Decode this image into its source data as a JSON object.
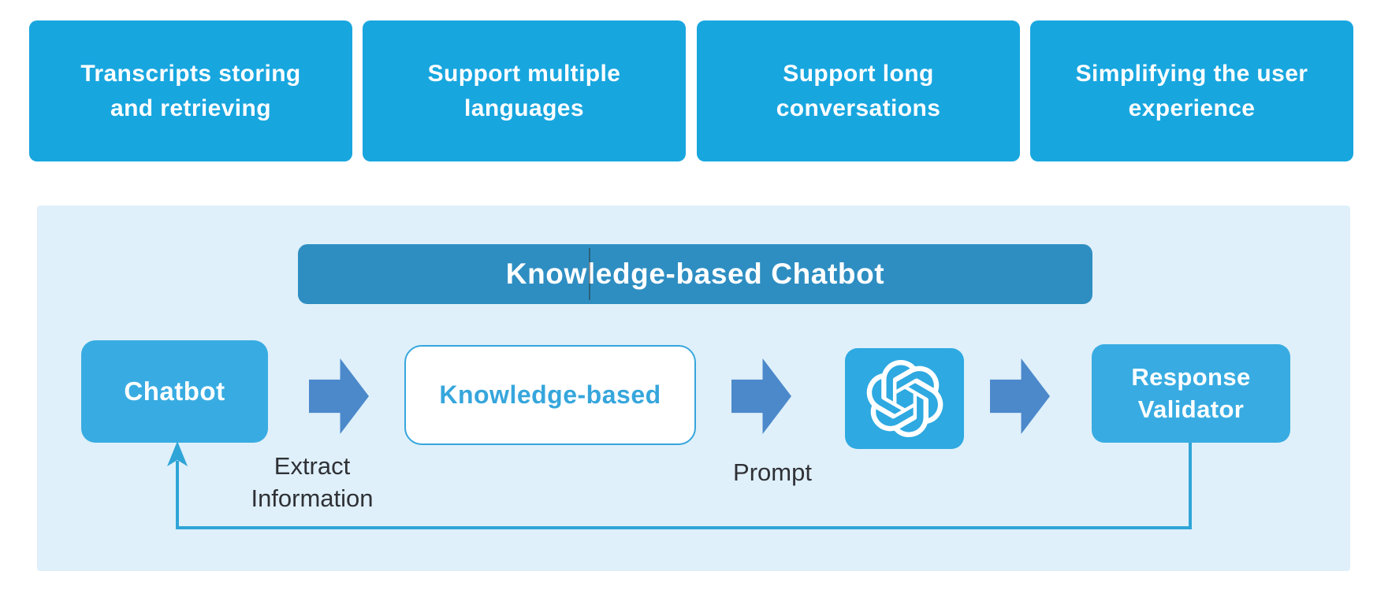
{
  "features": [
    {
      "label": "Transcripts storing and retrieving"
    },
    {
      "label": "Support multiple languages"
    },
    {
      "label": "Support long conversations"
    },
    {
      "label": "Simplifying the user experience"
    }
  ],
  "diagram": {
    "title": "Knowledge-based Chatbot",
    "nodes": {
      "chatbot": "Chatbot",
      "knowledge_base": "Knowledge-based",
      "openai_icon": "openai-logo",
      "response_validator": "Response Validator"
    },
    "edge_labels": {
      "extract": "Extract Information",
      "prompt": "Prompt"
    },
    "flow": "Chatbot -> Knowledge-based -> OpenAI -> Response Validator -> (feedback to Chatbot)"
  },
  "colors": {
    "card": "#18a6df",
    "node": "#38ace2",
    "openai_bg": "#2ea9e1",
    "title_bar": "#2e8ec2",
    "panel": "#dff0fa",
    "kb_accent": "#36a6dc",
    "arrow": "#4c89cb",
    "feedback_line": "#2fa5d7",
    "label_text": "#2f3136"
  }
}
